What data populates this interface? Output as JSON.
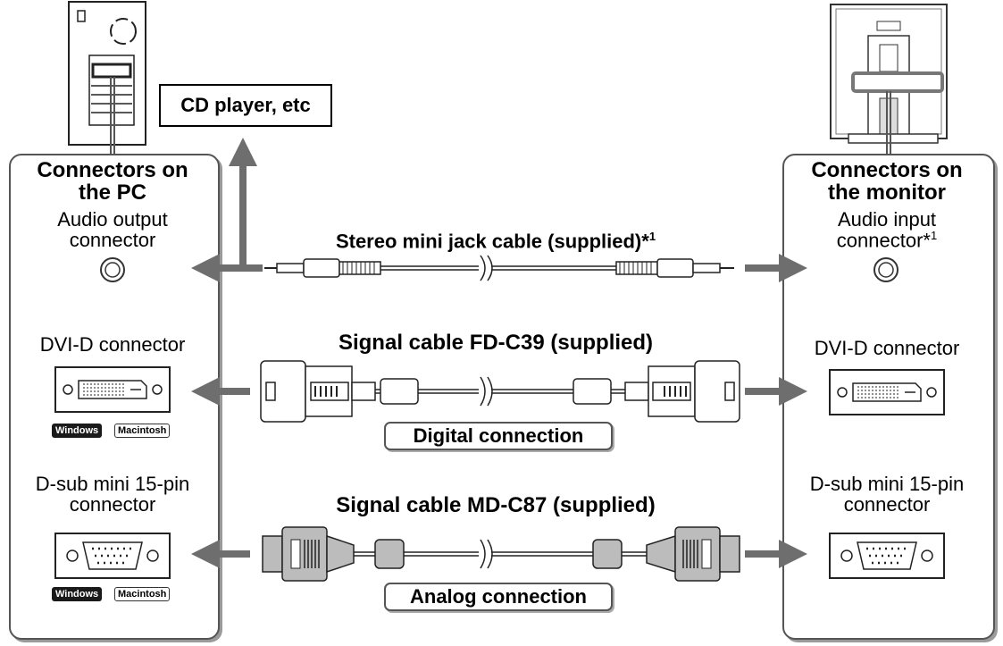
{
  "pc_panel": {
    "title_line1": "Connectors on",
    "title_line2": "the PC",
    "audio_line1": "Audio output",
    "audio_line2": "connector",
    "dvi_label": "DVI-D connector",
    "dsub_line1": "D-sub mini 15-pin",
    "dsub_line2": "connector",
    "badges_dvi": [
      "Windows",
      "Macintosh"
    ],
    "badges_dsub": [
      "Windows",
      "Macintosh"
    ]
  },
  "monitor_panel": {
    "title_line1": "Connectors on",
    "title_line2": "the monitor",
    "audio_line1": "Audio input",
    "audio_line2": "connector*",
    "audio_footnote": "1",
    "dvi_label": "DVI-D connector",
    "dsub_line1": "D-sub mini 15-pin",
    "dsub_line2": "connector"
  },
  "cd_player": "CD player, etc",
  "cables": {
    "stereo": "Stereo mini jack cable (supplied)*",
    "stereo_footnote": "1",
    "dvi": "Signal cable FD-C39 (supplied)",
    "dsub": "Signal cable MD-C87 (supplied)"
  },
  "connection_labels": {
    "digital": "Digital connection",
    "analog": "Analog connection"
  },
  "colors": {
    "arrow": "#6e6e6e",
    "panel_border": "#555555",
    "badge_dark": "#1a1a1a"
  }
}
